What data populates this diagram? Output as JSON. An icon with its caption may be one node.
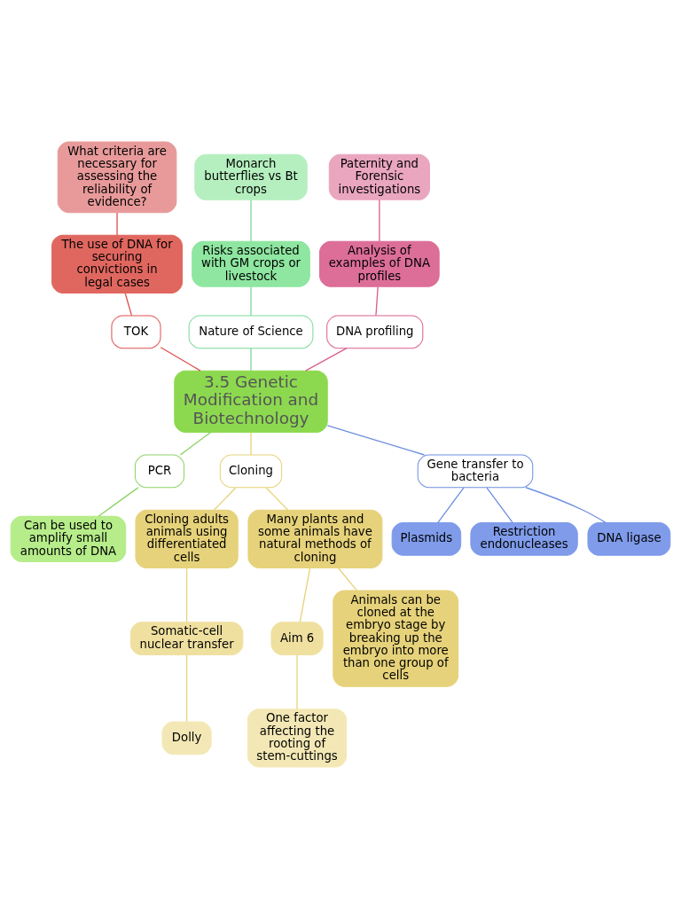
{
  "diagram": {
    "nodes": [
      {
        "text": [
          "3.5 Genetic Modification and Biotechnology"
        ]
      },
      {
        "text": [
          "TOK"
        ]
      },
      {
        "text": [
          "The use of DNA for securing convictions in legal cases"
        ]
      },
      {
        "text": [
          "What criteria are necessary for assessing the reliability of evidence?"
        ]
      },
      {
        "text": [
          "Nature of Science"
        ]
      },
      {
        "text": [
          "Risks associated with GM crops or livestock"
        ]
      },
      {
        "text": [
          "Monarch butterflies vs Bt crops"
        ]
      },
      {
        "text": [
          "DNA profiling"
        ]
      },
      {
        "text": [
          "Analysis of examples of DNA profiles"
        ]
      },
      {
        "text": [
          "Paternity and Forensic investigations"
        ]
      },
      {
        "text": [
          "PCR"
        ]
      },
      {
        "text": [
          "Can be used to amplify small amounts of DNA"
        ]
      },
      {
        "text": [
          "Cloning"
        ]
      },
      {
        "text": [
          "Cloning adults animals using differentiated cells"
        ]
      },
      {
        "text": [
          "Somatic-cell nuclear transfer"
        ]
      },
      {
        "text": [
          "Dolly"
        ]
      },
      {
        "text": [
          "Many plants and some animals have natural methods of cloning"
        ]
      },
      {
        "text": [
          "Aim 6"
        ]
      },
      {
        "text": [
          "Animals can be cloned at the embryo stage by breaking up the embryo into more than one group of cells"
        ]
      },
      {
        "text": [
          "One factor affecting the rooting of stem-cuttings"
        ]
      },
      {
        "text": [
          "Gene transfer to bacteria"
        ]
      },
      {
        "text": [
          "Plasmids"
        ]
      },
      {
        "text": [
          "Restriction endonucleases"
        ]
      },
      {
        "text": [
          "DNA ligase"
        ]
      }
    ],
    "edges": [
      {
        "from": 0,
        "to": 1,
        "arrow": "none",
        "color": "#e05050"
      },
      {
        "from": 1,
        "to": 2,
        "arrow": "none",
        "color": "#e05050"
      },
      {
        "from": 2,
        "to": 3,
        "arrow": "none",
        "color": "#e05050"
      },
      {
        "from": 0,
        "to": 4,
        "arrow": "none",
        "color": "#7ed99a"
      },
      {
        "from": 4,
        "to": 5,
        "arrow": "none",
        "color": "#7ed99a"
      },
      {
        "from": 5,
        "to": 6,
        "arrow": "none",
        "color": "#7ed99a"
      },
      {
        "from": 0,
        "to": 7,
        "arrow": "none",
        "color": "#d96090"
      },
      {
        "from": 7,
        "to": 8,
        "arrow": "none",
        "color": "#d96090"
      },
      {
        "from": 8,
        "to": 9,
        "arrow": "none",
        "color": "#d96090"
      },
      {
        "from": 0,
        "to": 10,
        "arrow": "none",
        "color": "#8ed46a"
      },
      {
        "from": 10,
        "to": 11,
        "arrow": "none",
        "color": "#8ed46a"
      },
      {
        "from": 0,
        "to": 12,
        "arrow": "none"
      },
      {
        "from": 12,
        "to": 13,
        "arrow": "none"
      },
      {
        "from": 13,
        "to": 14,
        "arrow": "none"
      },
      {
        "from": 14,
        "to": 15,
        "arrow": "none"
      },
      {
        "from": 12,
        "to": 16,
        "arrow": "none"
      },
      {
        "from": 16,
        "to": 17,
        "arrow": "none"
      },
      {
        "from": 16,
        "to": 18,
        "arrow": "none"
      },
      {
        "from": 17,
        "to": 19,
        "arrow": "none"
      },
      {
        "from": 0,
        "to": 20,
        "arrow": "none",
        "color": "#6f8fe0"
      },
      {
        "from": 20,
        "to": 21,
        "arrow": "none",
        "color": "#6f8fe0"
      },
      {
        "from": 20,
        "to": 22,
        "arrow": "none",
        "color": "#6f8fe0"
      },
      {
        "from": 20,
        "to": 23,
        "arrow": "none",
        "color": "#6f8fe0"
      }
    ]
  }
}
